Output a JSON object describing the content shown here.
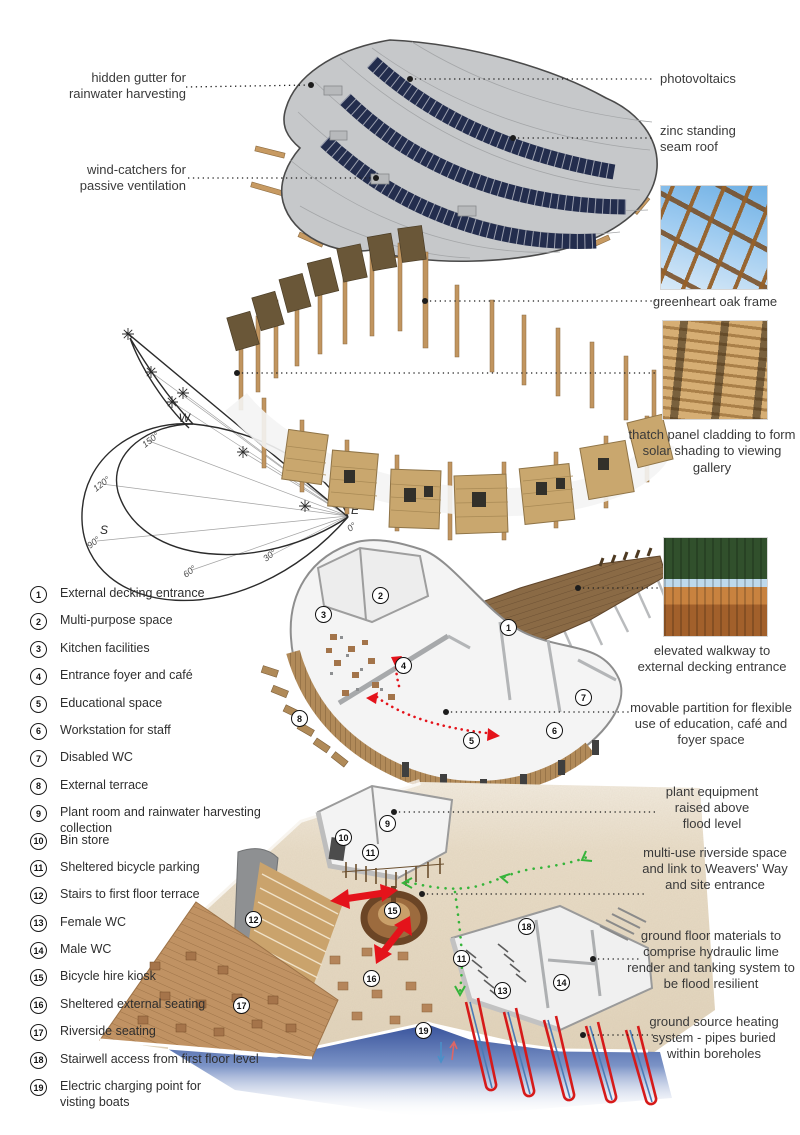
{
  "title": "exploded axonometric building diagram",
  "annotations_left": {
    "gutter": "hidden gutter for rainwater harvesting",
    "windcatchers": "wind-catchers for passive ventilation"
  },
  "annotations_right": {
    "photovoltaics": "photovoltaics",
    "zinc": "zinc standing seam roof",
    "oak": "greenheart oak frame",
    "thatch": "thatch panel cladding to form solar shading to viewing gallery",
    "walkway": "elevated walkway to external decking entrance",
    "partition": "movable partition for flexible use of education, café and foyer space",
    "plant": "plant equipment raised above flood level",
    "riverside": "multi-use riverside space and link to Weavers' Way and site entrance",
    "materials": "ground floor materials to comprise hydraulic lime render and tanking system to be flood resilient",
    "heating": "ground source heating system - pipes buried within boreholes"
  },
  "photos": [
    {
      "name": "oak-frame-photo",
      "depicts": "greenheart oak frame against blue sky"
    },
    {
      "name": "thatch-photo",
      "depicts": "thatch panel cladding"
    },
    {
      "name": "walkway-photo",
      "depicts": "elevated timber walkway"
    }
  ],
  "sun_diagram": {
    "compass": {
      "w": "W",
      "s": "S",
      "e": "E"
    },
    "degrees": [
      "150°",
      "120°",
      "90°",
      "60°",
      "30°",
      "0°"
    ]
  },
  "legend": {
    "items": [
      {
        "n": "1",
        "label": "External decking entrance"
      },
      {
        "n": "2",
        "label": "Multi-purpose space"
      },
      {
        "n": "3",
        "label": "Kitchen facilities"
      },
      {
        "n": "4",
        "label": "Entrance foyer and café"
      },
      {
        "n": "5",
        "label": "Educational space"
      },
      {
        "n": "6",
        "label": "Workstation for staff"
      },
      {
        "n": "7",
        "label": "Disabled WC"
      },
      {
        "n": "8",
        "label": "External terrace"
      },
      {
        "n": "9",
        "label": "Plant room and rainwater harvesting collection"
      },
      {
        "n": "10",
        "label": "Bin store"
      },
      {
        "n": "11",
        "label": "Sheltered bicycle parking"
      },
      {
        "n": "12",
        "label": "Stairs to first floor terrace"
      },
      {
        "n": "13",
        "label": "Female WC"
      },
      {
        "n": "14",
        "label": "Male WC"
      },
      {
        "n": "15",
        "label": "Bicycle hire kiosk"
      },
      {
        "n": "16",
        "label": "Sheltered external seating"
      },
      {
        "n": "17",
        "label": "Riverside seating"
      },
      {
        "n": "18",
        "label": "Stairwell access from first floor level"
      },
      {
        "n": "19",
        "label": "Electric charging point for visting boats"
      }
    ]
  },
  "markers": {
    "first_floor": [
      "1",
      "2",
      "3",
      "4",
      "5",
      "6",
      "7",
      "8"
    ],
    "ground_floor": [
      "9",
      "10",
      "11",
      "11",
      "12",
      "13",
      "14",
      "15",
      "16",
      "17",
      "18",
      "19"
    ]
  },
  "colors": {
    "accent_red": "#e4131b",
    "path_green": "#35b43a",
    "roof_gray": "#c6c8ca",
    "pv_navy": "#232d4d",
    "wood": "#b68c58",
    "sand": "#e8dcc6",
    "water_blue": "#39549c"
  }
}
